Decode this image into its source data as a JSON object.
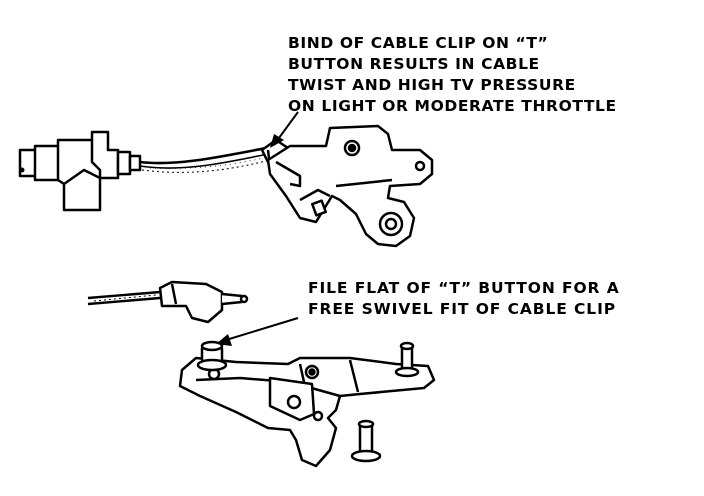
{
  "colors": {
    "ink": "#000000",
    "paper": "#ffffff"
  },
  "callouts": {
    "top": {
      "lines": [
        "BIND OF CABLE CLIP ON “T”",
        "BUTTON RESULTS IN CABLE",
        "TWIST AND HIGH TV PRESSURE",
        "ON LIGHT OR MODERATE THROTTLE"
      ]
    },
    "bottom": {
      "lines": [
        "FILE FLAT OF “T” BUTTON FOR A",
        "FREE SWIVEL FIT OF CABLE CLIP"
      ]
    }
  }
}
